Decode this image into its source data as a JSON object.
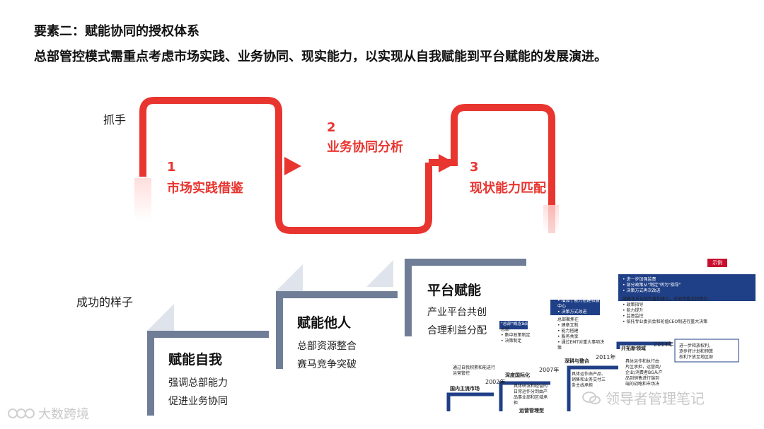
{
  "heading": {
    "line1": "要素二：赋能协同的授权体系",
    "line2": "总部管控模式需重点考虑市场实践、业务协同、现实能力，以实现从自我赋能到平台赋能的发展演进。"
  },
  "rows": {
    "handle": "抓手",
    "success": "成功的样子"
  },
  "steps": [
    {
      "num": "1",
      "label": "市场实践借鉴"
    },
    {
      "num": "2",
      "label": "业务协同分析"
    },
    {
      "num": "3",
      "label": "现状能力匹配"
    }
  ],
  "stairs": [
    {
      "title": "赋能自我",
      "lines": [
        "强调总部能力",
        "促进业务协同"
      ]
    },
    {
      "title": "赋能他人",
      "lines": [
        "总部资源整合",
        "赛马竞争突破"
      ]
    },
    {
      "title": "平台赋能",
      "lines": [
        "产业平台共创",
        "合理利益分配"
      ]
    }
  ],
  "example": {
    "badge": "示例",
    "years": [
      "2002年",
      "2007年",
      "2011年",
      "2014年"
    ],
    "timeline": [
      "国内主流市场",
      "深度国际化",
      "深耕与整合",
      "开拓新领域"
    ],
    "ops_label": "运营管理型",
    "notes": {
      "n2002": [
        "通过自我积累和能进行",
        "运营管控"
      ],
      "n2007_head": "\"总部\"概念出现",
      "n2007_body": [
        "总部",
        "• 集中政策制定",
        "• 决策制定"
      ],
      "n2007_detail": [
        "具体研发和经营的",
        "日常运作分到由产",
        "品事业部和区域承",
        "担"
      ],
      "n2011_head": [
        "• 增加了能力搭建和服务",
        "中心",
        "• 决策方式改进"
      ],
      "n2011_body": [
        "总部聚焦在",
        "• 建章立制",
        "• 能力搭建",
        "• 服务共享",
        "• 通过EMT对重大事项决",
        "策"
      ],
      "n2011_detail": [
        "具体运作由产品、",
        "销售和业务交付三",
        "条主线承担"
      ],
      "n2014_head": [
        "• 进一步加强监督",
        "• 部分政策从\"制定\"转为\"指导\"",
        "• 决策方式再次改进"
      ],
      "n2014_body": [
        "随着体系化的完善和建立，总部将重点转移到",
        "• 政策指导",
        "• 能力提升",
        "• 监督监控",
        "• 依托专业委员会和轮值CEO制进行重大决策"
      ],
      "n2014_detail": [
        "具体运作和执行由",
        "片区承担，运营商/",
        "企业/消费者BG从产",
        "品到销售进行端到",
        "端的战略和市场决"
      ],
      "n2014_side": [
        "进一步释放权利，",
        "逐步将计划和预算",
        "权利下放至地区部"
      ]
    }
  },
  "watermarks": {
    "left": "大数跨境",
    "right": "领导者管理笔记"
  },
  "colors": {
    "red": "#e8352f",
    "slate": "#6f7d96",
    "navy": "#1f3f86",
    "light": "#dfe4ec"
  }
}
